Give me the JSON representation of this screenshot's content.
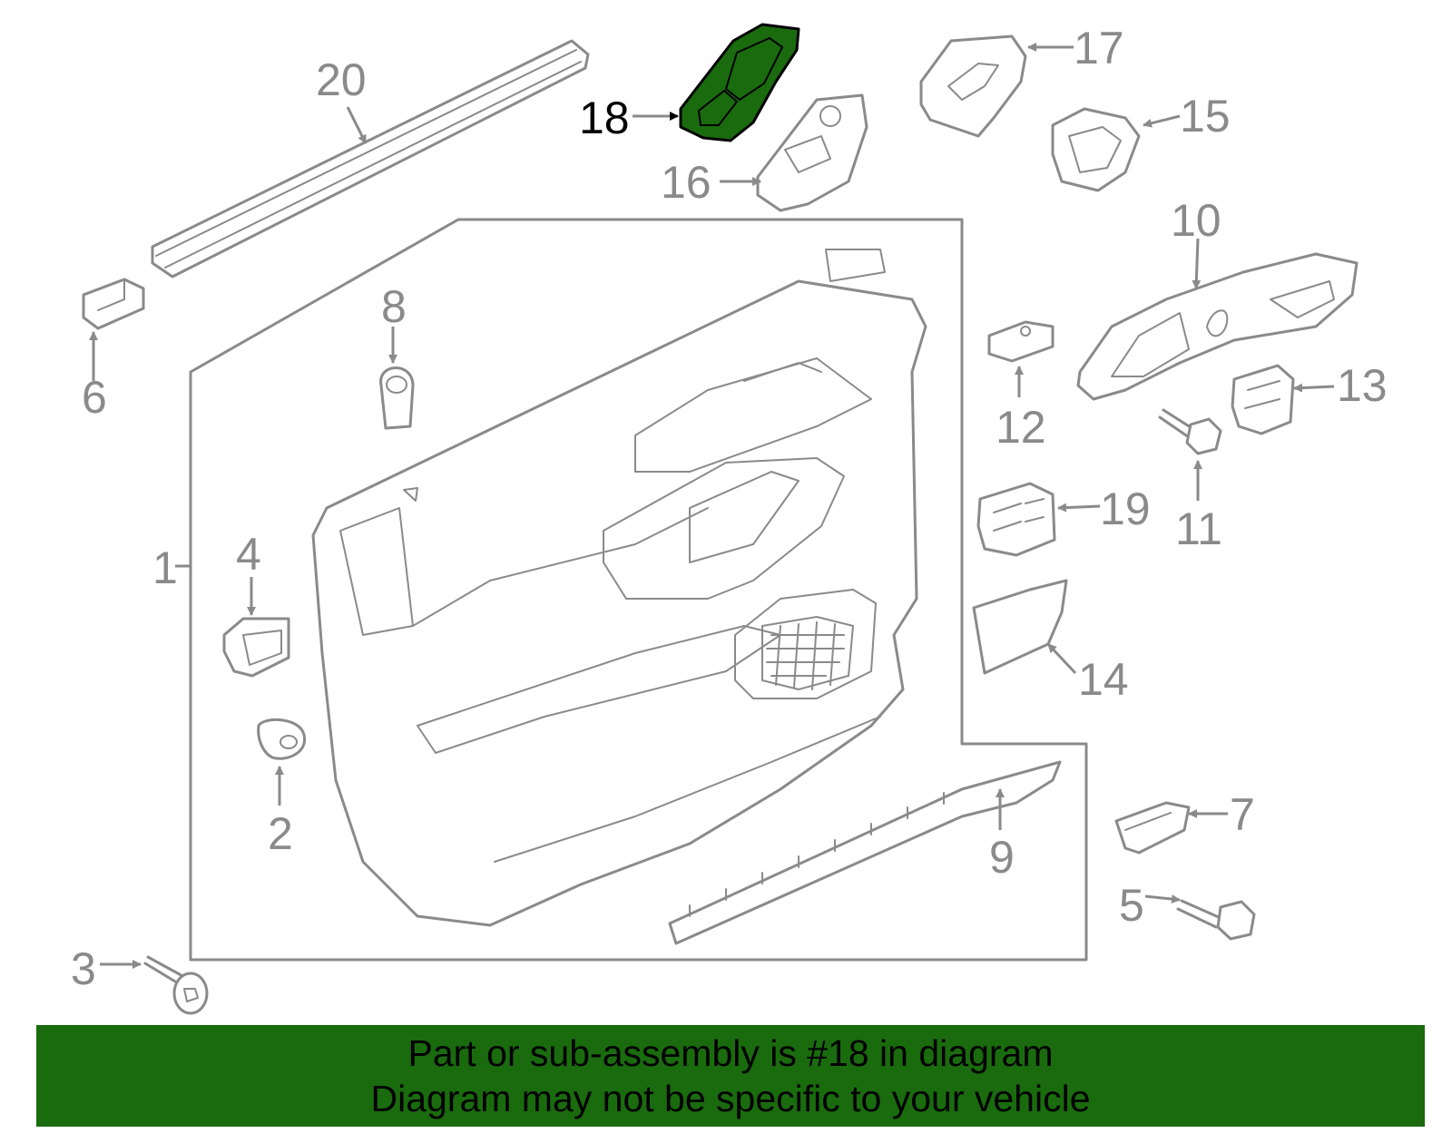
{
  "colors": {
    "highlight": "#1a6b0e",
    "banner_bg": "#1a6b0e",
    "line_gray": "#8a8a8a",
    "text_black": "#000000"
  },
  "highlighted_part": "18",
  "callouts": {
    "c1": "1",
    "c2": "2",
    "c3": "3",
    "c4": "4",
    "c5": "5",
    "c6": "6",
    "c7": "7",
    "c8": "8",
    "c9": "9",
    "c10": "10",
    "c11": "11",
    "c12": "12",
    "c13": "13",
    "c14": "14",
    "c15": "15",
    "c16": "16",
    "c17": "17",
    "c18": "18",
    "c19": "19",
    "c20": "20"
  },
  "banner": {
    "line1": "Part or sub-assembly is #18 in diagram",
    "line2": "Diagram may not be specific to your vehicle"
  }
}
